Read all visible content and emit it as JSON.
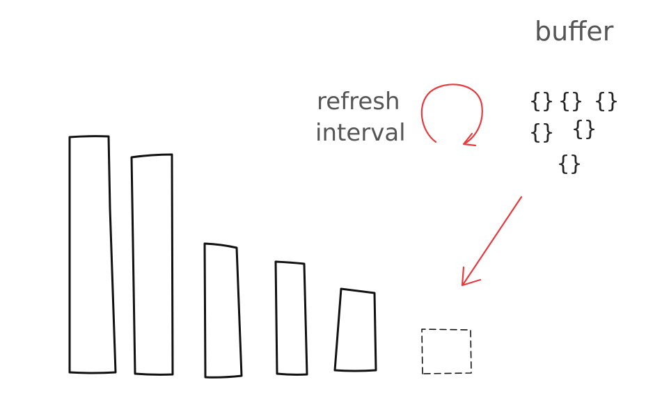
{
  "labels": {
    "buffer": "buffer",
    "refresh": "refresh",
    "interval": "interval"
  },
  "buffer_items": [
    "{}",
    "{}",
    "{}",
    "{}",
    "{}",
    "{}"
  ],
  "bars": [
    {
      "name": "bar-1",
      "style": "solid"
    },
    {
      "name": "bar-2",
      "style": "solid"
    },
    {
      "name": "bar-3",
      "style": "solid"
    },
    {
      "name": "bar-4",
      "style": "solid"
    },
    {
      "name": "bar-5",
      "style": "solid"
    },
    {
      "name": "bar-6",
      "style": "dashed"
    }
  ],
  "colors": {
    "ink": "#111111",
    "text": "#555555",
    "accent": "#e8393c",
    "background": "#ffffff"
  },
  "icons": [
    "refresh-cycle-icon",
    "flow-arrow-icon"
  ]
}
